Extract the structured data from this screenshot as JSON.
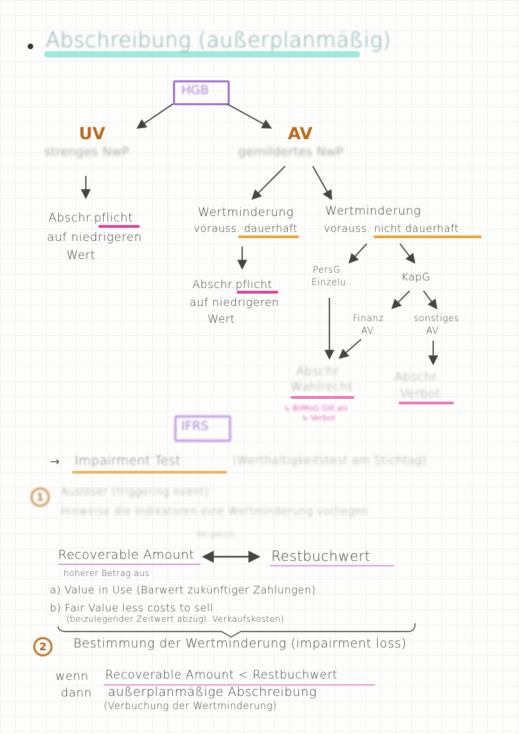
{
  "title": "Abschreibung (außerplanmäßig)",
  "hgb": {
    "label": "HGB",
    "uv": {
      "label": "UV",
      "rule": "strenges NwP",
      "result": [
        "Abschr.pflicht",
        "auf niedrigeren",
        "Wert"
      ]
    },
    "av": {
      "label": "AV",
      "rule": "gemildertes NwP",
      "left": {
        "condition": [
          "Wertminderung",
          "vorauss. dauerhaft"
        ],
        "result": [
          "Abschr.pflicht",
          "auf niedrigeren",
          "Wert"
        ]
      },
      "right": {
        "condition": [
          "Wertminderung",
          "vorauss. nicht dauerhaft"
        ],
        "persg": [
          "PersG",
          "Einzelu."
        ],
        "kapg": "KapG",
        "finanz": [
          "Finanz",
          "AV"
        ],
        "sonstiges": [
          "sonstiges",
          "AV"
        ],
        "wahlrecht": [
          "Abschr.",
          "Wahlrecht"
        ],
        "wahlrecht_note": [
          "↳ BilMoG Gilt als",
          "↳ Verbot"
        ],
        "verbot": [
          "Abschr.",
          "Verbot"
        ]
      }
    }
  },
  "ifrs": {
    "label": "IFRS",
    "impairment": {
      "label": "Impairment Test",
      "rest": "(Werthaltigkeitstest am Stichtag)"
    },
    "step1": {
      "number": "1",
      "lines": [
        "Auslöser (triggering event)",
        "Hinweise die Indikatoren eine Wertminderung vorliegen"
      ],
      "compare": "Vergleich",
      "recoverable": "Recoverable Amount",
      "restbuchwert": "Restbuchwert",
      "hoeherer": "höherer Betrag aus",
      "a": "a) Value in Use (Barwert zukünftiger Zahlungen)",
      "b1": "b) Fair Value less costs to sell",
      "b2": "(beizulegender Zeitwert abzügl. Verkaufskosten)"
    },
    "step2": {
      "number": "2",
      "label": "Bestimmung der Wertminderung (impairment loss)",
      "wenn": "wenn",
      "cond": "Recoverable Amount < Restbuchwert",
      "dann": "dann",
      "result": "außerplanmäßige Abschreibung",
      "result2": "(Verbuchung der Wertminderung)"
    }
  },
  "colors": {
    "teal": "#7fe0d0",
    "orange": "#e8a640",
    "pink": "#e0409a",
    "purple": "#a672d8"
  }
}
